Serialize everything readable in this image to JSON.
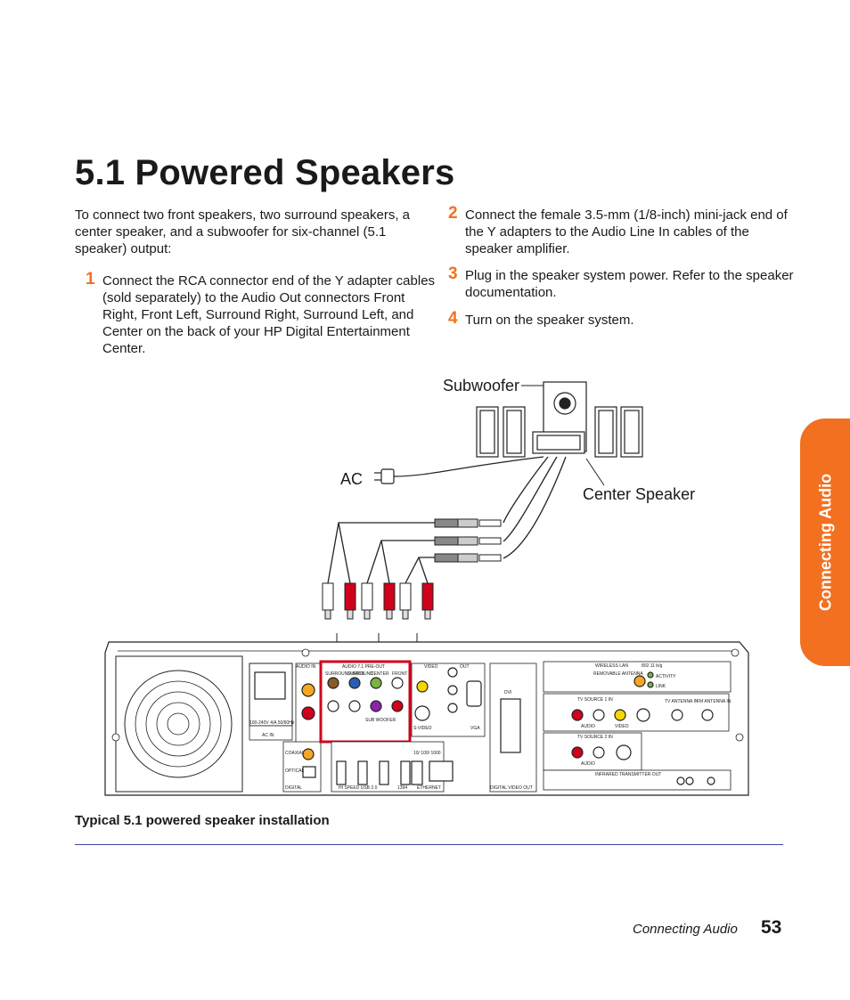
{
  "page": {
    "title": "5.1 Powered Speakers",
    "intro": "To connect two front speakers, two surround speakers, a center speaker, and a subwoofer for six-channel (5.1 speaker) output:",
    "steps": [
      {
        "num": "1",
        "text": "Connect the RCA connector end of the Y adapter cables (sold separately) to the Audio Out connectors Front Right, Front Left, Surround Right, Surround Left, and Center on the back of your HP Digital Entertainment Center."
      },
      {
        "num": "2",
        "text": "Connect the female 3.5-mm (1/8-inch) mini-jack end of the Y adapters to the Audio Line In cables of the speaker amplifier."
      },
      {
        "num": "3",
        "text": "Plug in the speaker system power. Refer to the speaker documentation."
      },
      {
        "num": "4",
        "text": "Turn on the speaker system."
      }
    ],
    "side_tab": "Connecting Audio",
    "caption": "Typical 5.1 powered speaker installation",
    "footer_section": "Connecting Audio",
    "page_number": "53"
  },
  "figure": {
    "labels": {
      "subwoofer": "Subwoofer",
      "ac": "AC",
      "center_speaker": "Center Speaker"
    },
    "panel_text": {
      "audio_in": "AUDIO IN",
      "audio_out": "AUDIO 7.1 PRE-OUT",
      "surround_back": "SURROUND BACK",
      "surround": "SURROUND",
      "center": "CENTER",
      "front": "FRONT",
      "sub_woofer": "SUB WOOFER",
      "video": "VIDEO",
      "out": "OUT",
      "s_video": "S-VIDEO",
      "vga": "VGA",
      "coaxial": "COAXIAL",
      "optical": "OPTICAL",
      "digital": "DIGITAL",
      "voltage": "100-240V 4/A 50/60Hz",
      "ac_in": "AC IN",
      "usb": "HI SPEED USB 2.0",
      "firewire": "1394",
      "ethernet": "ETHERNET",
      "lan_speed": "10/ 100/ 1000",
      "dvi": "DVI",
      "digital_video_out": "DIGITAL VIDEO OUT",
      "wireless_lan": "WIRELESS LAN",
      "wireless_std": "802.11 b/g",
      "removable_antenna": "REMOVABLE ANTENNA",
      "activity": "ACTIVITY",
      "link": "LINK",
      "tv_source_1": "TV SOURCE 1 IN",
      "tv_source_2": "TV SOURCE 2 IN",
      "audio": "AUDIO",
      "video_small": "VIDEO",
      "tv_antenna": "TV ANTENNA IN",
      "fm_antenna": "FM ANTENNA IN",
      "ir_out": "INFRARED TRANSMITTER OUT"
    }
  }
}
